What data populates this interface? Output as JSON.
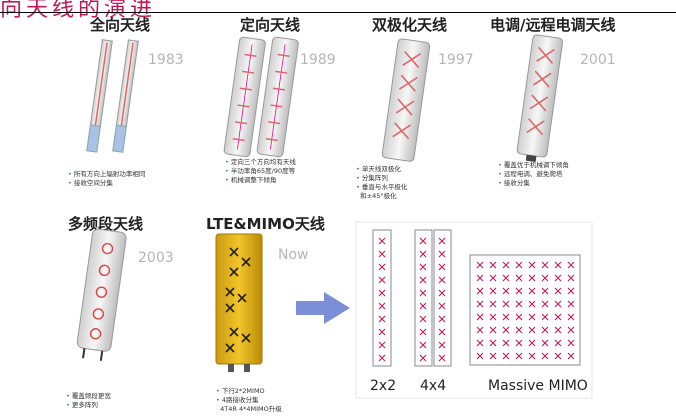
{
  "header": {
    "partial_title": "向天线的演进"
  },
  "sections": [
    {
      "title": "全向天线",
      "year": "1983",
      "notes": [
        "所有方向上辐射功率相同",
        "接收空间分集"
      ]
    },
    {
      "title": "定向天线",
      "year": "1989",
      "notes": [
        "定向三个方向均有天线",
        "半功率角65度/90度等",
        "机械调整下倾角"
      ]
    },
    {
      "title": "双极化天线",
      "year": "1997",
      "notes": [
        "单天线双极化",
        "分集阵列",
        "垂直与水平极化",
        "和±45°极化"
      ]
    },
    {
      "title": "电调/远程电调天线",
      "year": "2001",
      "notes": [
        "覆盖优于机械调下倾角",
        "远程电调、避免爬塔",
        "接收分集"
      ]
    },
    {
      "title": "多频段天线",
      "year": "2003",
      "notes": [
        "覆盖频段更宽",
        "更多阵列"
      ]
    },
    {
      "title": "LTE&MIMO天线",
      "year": "Now",
      "notes": [
        "下行2*2MIMO",
        "4路接收分集",
        "4T4R   4*4MIMO升级"
      ]
    }
  ],
  "mimo": {
    "labels": [
      "2x2",
      "4x4",
      "Massive MIMO"
    ]
  },
  "colors": {
    "accent_red": "#c2185b",
    "arrow": "#7b8fd6",
    "mimo_border": "#888888",
    "lte_yellow": "#e0b418"
  }
}
